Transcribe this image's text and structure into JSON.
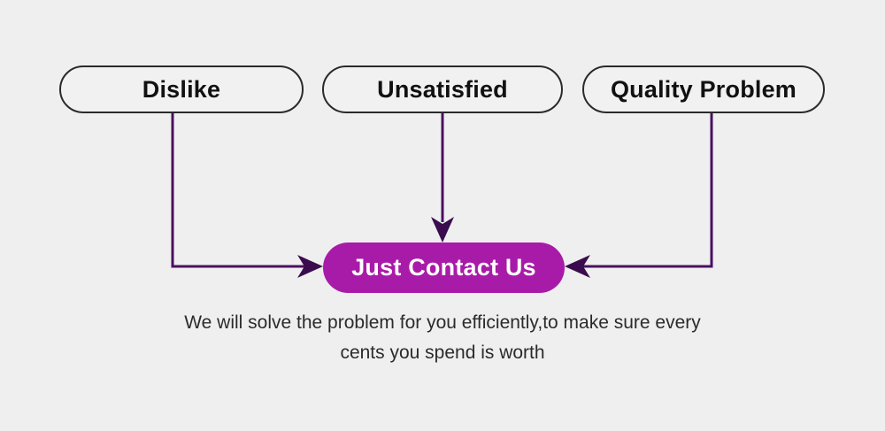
{
  "diagram": {
    "background_color": "#efefef",
    "reasons": [
      {
        "id": "dislike",
        "label": "Dislike"
      },
      {
        "id": "unsatisfied",
        "label": "Unsatisfied"
      },
      {
        "id": "quality",
        "label": "Quality Problem"
      }
    ],
    "cta": {
      "label": "Just Contact Us",
      "fill_color": "#a81ba8",
      "text_color": "#ffffff"
    },
    "connectors": {
      "color": "#4a1060",
      "arrow_names": [
        "arrow-left-to-cta",
        "arrow-down-to-cta",
        "arrow-right-to-cta"
      ]
    },
    "caption": {
      "line1": "We will solve the problem for you efficiently,to make sure every",
      "line2": "cents you spend is worth"
    }
  }
}
